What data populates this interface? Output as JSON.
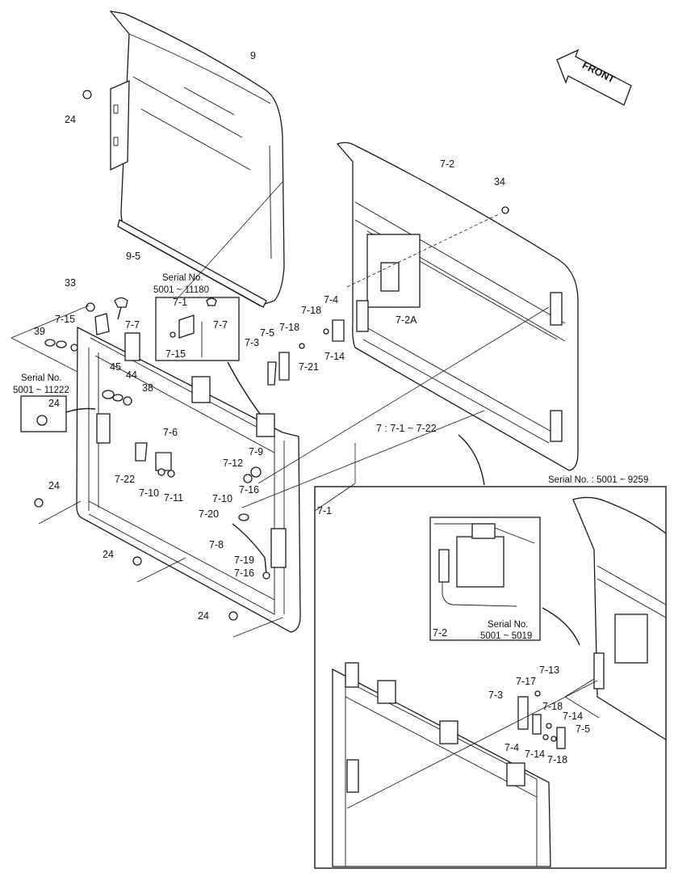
{
  "direction_label": "FRONT",
  "insets": {
    "serial_1": {
      "title": "Serial No.",
      "range": "5001 ~ 11180"
    },
    "serial_2": {
      "title": "Serial No.",
      "range": "5001 ~ 11222"
    },
    "serial_3": {
      "title": "Serial No.",
      "range": "5001 ~ 5019"
    },
    "serial_main": "Serial No. : 5001 ~ 9259",
    "group_ref": "7 : 7-1 ~ 7-22"
  },
  "part_labels": {
    "p9": "9",
    "p24a": "24",
    "p9_5": "9-5",
    "p7_2": "7-2",
    "p34": "34",
    "p33": "33",
    "p7_15a": "7-15",
    "p7_7a": "7-7",
    "p39": "39",
    "p7_1a": "7-1",
    "p7_7b": "7-7",
    "p7_15b": "7-15",
    "p7_4a": "7-4",
    "p7_18a": "7-18",
    "p7_2a": "7-2A",
    "p7_5a": "7-5",
    "p7_18b": "7-18",
    "p7_3a": "7-3",
    "p7_21": "7-21",
    "p7_14a": "7-14",
    "p45": "45",
    "p44": "44",
    "p38": "38",
    "p24b": "24",
    "p7_6": "7-6",
    "p7_22": "7-22",
    "p7_10a": "7-10",
    "p7_11": "7-11",
    "p7_9": "7-9",
    "p7_12": "7-12",
    "p7_1b": "7-1",
    "p24c": "24",
    "p7_10b": "7-10",
    "p7_16a": "7-16",
    "p7_20": "7-20",
    "p7_8": "7-8",
    "p24d": "24",
    "p7_19": "7-19",
    "p7_16b": "7-16",
    "p24e": "24",
    "p7_2b": "7-2",
    "p7_13": "7-13",
    "p7_17": "7-17",
    "p7_3b": "7-3",
    "p7_18c": "7-18",
    "p7_14b": "7-14",
    "p7_5b": "7-5",
    "p7_4b": "7-4",
    "p7_14c": "7-14",
    "p7_18d": "7-18"
  }
}
